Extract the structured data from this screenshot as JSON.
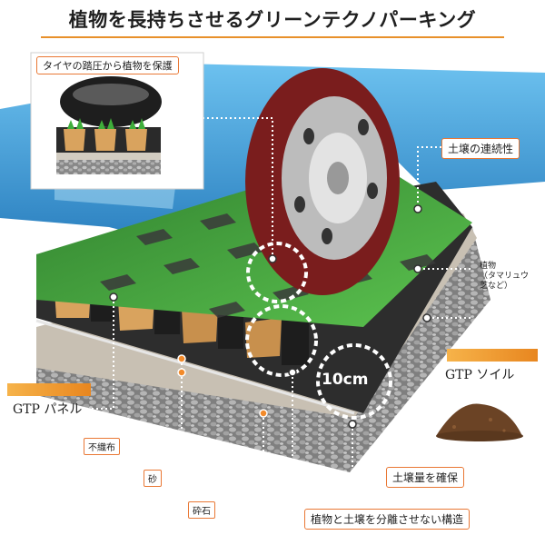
{
  "title": "植物を長持ちさせるグリーンテクノパーキング",
  "inset_caption": "タイヤの踏圧から植物を保護",
  "labels": {
    "soil_continuity": "土壌の連続性",
    "plant": [
      "植物",
      "（タマリュウ",
      "芝など）"
    ],
    "gtp_soil": "GTP ソイル",
    "soil_volume": "土壌量を確保",
    "separation": "植物と土壌を分離させない構造",
    "gtp_panel": "GTP パネル",
    "nonwoven": "不織布",
    "sand": "砂",
    "gravel": "砕石"
  },
  "dimension": "10cm",
  "colors": {
    "accent": "#e97835",
    "grass": "#3fae3a",
    "car_body": "#3f9bd9",
    "tire": "#7a1d1d",
    "panel": "#3b3b3b",
    "gravel": "#8a8a8a"
  }
}
